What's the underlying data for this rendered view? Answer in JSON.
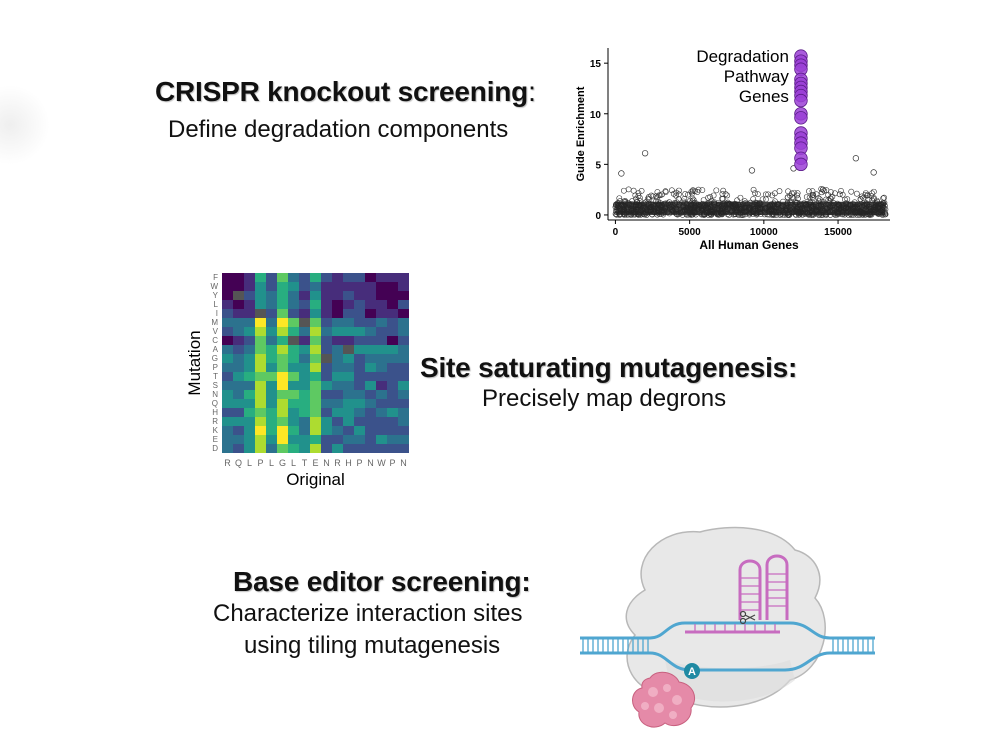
{
  "sections": {
    "crispr": {
      "title": "CRISPR knockout screening",
      "colon": ":",
      "subtitle": "Define degradation components"
    },
    "mutagenesis": {
      "title": "Site saturating mutagenesis:",
      "subtitle": "Precisely map degrons"
    },
    "base_editor": {
      "title": "Base editor screening:",
      "subtitle_line1": "Characterize interaction sites",
      "subtitle_line2": "using tiling mutagenesis"
    }
  },
  "chart_data": [
    {
      "type": "scatter",
      "xlabel": "All Human Genes",
      "ylabel": "Guide Enrichment",
      "xlim": [
        -500,
        18500
      ],
      "ylim": [
        -0.5,
        16.5
      ],
      "xticks": [
        0,
        5000,
        10000,
        15000
      ],
      "yticks": [
        0,
        5,
        10,
        15
      ],
      "annotation": [
        "Degradation",
        "Pathway",
        "Genes"
      ],
      "background_points": "approximately 18,000 genes with enrichment between 0 and ~3, a few outliers up to ~6",
      "outliers": [
        {
          "x": 2000,
          "y": 6.1
        },
        {
          "x": 16200,
          "y": 5.6
        },
        {
          "x": 12000,
          "y": 4.6
        },
        {
          "x": 400,
          "y": 4.1
        },
        {
          "x": 17400,
          "y": 4.2
        },
        {
          "x": 9200,
          "y": 4.4
        }
      ],
      "highlight_series": {
        "name": "Degradation Pathway Genes",
        "color": "#9b3fd6",
        "x": 12500,
        "y": [
          15.7,
          15.2,
          14.8,
          14.4,
          13.4,
          13.0,
          12.6,
          12.2,
          11.8,
          11.3,
          10.0,
          9.6,
          8.1,
          7.6,
          7.1,
          6.6,
          5.6,
          5.0
        ]
      }
    },
    {
      "type": "heatmap",
      "xlabel": "Original",
      "ylabel": "Mutation",
      "x_categories": [
        "R",
        "Q",
        "L",
        "P",
        "L",
        "G",
        "L",
        "T",
        "E",
        "N",
        "R",
        "H",
        "P",
        "N",
        "W",
        "P",
        "N"
      ],
      "y_categories": [
        "F",
        "W",
        "Y",
        "L",
        "I",
        "M",
        "V",
        "C",
        "A",
        "G",
        "P",
        "T",
        "S",
        "N",
        "Q",
        "H",
        "R",
        "K",
        "E",
        "D"
      ],
      "colormap": "viridis"
    }
  ],
  "colors": {
    "highlight": "#9b3fd6",
    "dna": "#4fa6d0",
    "rna": "#c76cc0",
    "deaminase": "#e58aa8",
    "base_a": "#1f8aa3"
  },
  "diagram": {
    "base_label": "A",
    "icons": [
      "scissors-icon",
      "cas9-protein",
      "guide-rna",
      "dna-duplex",
      "deaminase-enzyme"
    ]
  }
}
